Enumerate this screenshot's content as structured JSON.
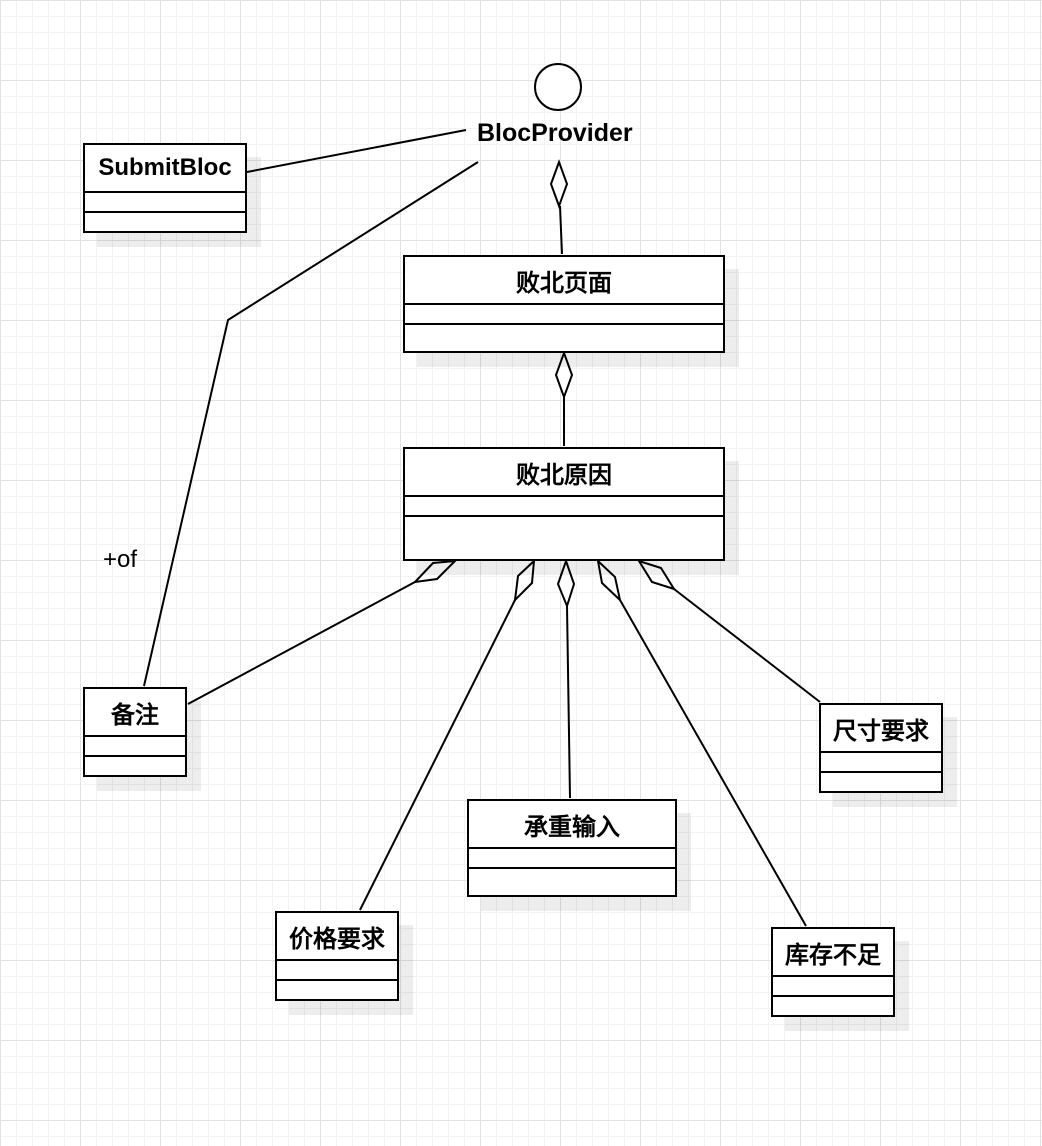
{
  "interface": {
    "name": "BlocProvider"
  },
  "classes": {
    "submit_bloc": {
      "name": "SubmitBloc"
    },
    "failure_page": {
      "name": "败北页面"
    },
    "failure_reason": {
      "name": "败北原因"
    },
    "remark": {
      "name": "备注"
    },
    "size_requirement": {
      "name": "尺寸要求"
    },
    "load_input": {
      "name": "承重输入"
    },
    "price_requirement": {
      "name": "价格要求"
    },
    "stock_shortage": {
      "name": "库存不足"
    }
  },
  "labels": {
    "role_of": "+of"
  },
  "colors": {
    "line": "#000000",
    "box_fill": "#ffffff",
    "grid_major": "#e2e2e2",
    "grid_minor": "#f2f2f2"
  },
  "icons": {
    "interface_symbol": "lollipop-circle",
    "aggregation_end": "hollow-diamond"
  }
}
